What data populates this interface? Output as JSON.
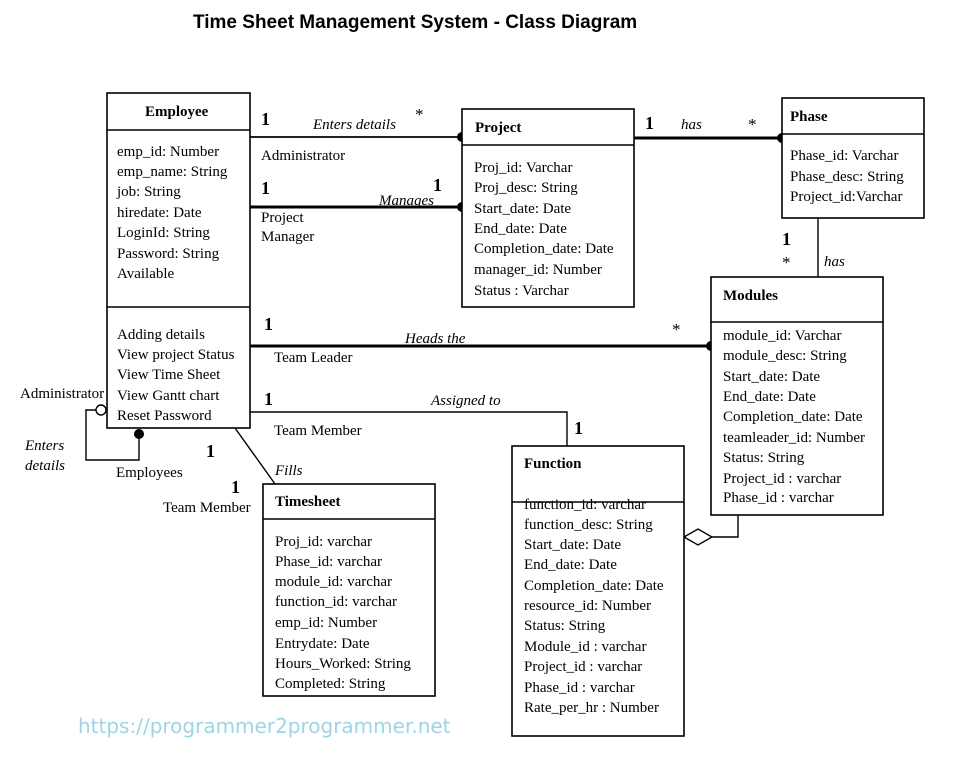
{
  "title": "Time Sheet Management System - Class Diagram",
  "classes": {
    "employee": {
      "name": "Employee",
      "attributes": [
        "emp_id: Number",
        "emp_name: String",
        "job: String",
        "hiredate: Date",
        "LoginId: String",
        "Password: String",
        "Available"
      ],
      "operations": [
        "Adding details",
        "View project Status",
        "View Time Sheet",
        "View Gantt chart",
        "Reset Password"
      ]
    },
    "project": {
      "name": "Project",
      "attributes": [
        "Proj_id: Varchar",
        "Proj_desc: String",
        "Start_date: Date",
        "End_date: Date",
        "Completion_date: Date",
        "manager_id: Number",
        "Status : Varchar"
      ]
    },
    "phase": {
      "name": "Phase",
      "attributes": [
        "Phase_id: Varchar",
        "Phase_desc: String",
        "Project_id:Varchar"
      ]
    },
    "modules": {
      "name": "Modules",
      "attributes": [
        "module_id: Varchar",
        "module_desc: String",
        "Start_date: Date",
        "End_date: Date",
        "Completion_date: Date",
        "teamleader_id: Number",
        "Status: String",
        "Project_id : varchar",
        "Phase_id : varchar"
      ]
    },
    "function": {
      "name": "Function",
      "attributes": [
        "function_id: varchar",
        "function_desc: String",
        "Start_date: Date",
        "End_date: Date",
        "Completion_date: Date",
        "resource_id: Number",
        "Status: String",
        "Module_id : varchar",
        "Project_id : varchar",
        "Phase_id : varchar",
        "Rate_per_hr : Number"
      ]
    },
    "timesheet": {
      "name": "Timesheet",
      "attributes": [
        "Proj_id: varchar",
        "Phase_id: varchar",
        "module_id: varchar",
        "function_id: varchar",
        "emp_id: Number",
        "Entrydate: Date",
        "Hours_Worked: String",
        "Completed: String"
      ]
    }
  },
  "associations": {
    "enters_details": {
      "label": "Enters details",
      "role": "Administrator",
      "mult_src": "1",
      "mult_dst": "*"
    },
    "manages": {
      "label": "Manages",
      "role_line1": "Project",
      "role_line2": "Manager",
      "mult_src": "1",
      "mult_dst": "1"
    },
    "project_phase": {
      "label": "has",
      "mult_src": "1",
      "mult_dst": "*"
    },
    "phase_modules": {
      "label": "has",
      "mult_src": "1",
      "mult_dst": "*"
    },
    "heads": {
      "label": "Heads the",
      "role": "Team Leader",
      "mult_src": "1",
      "mult_dst": "*"
    },
    "assigned": {
      "label": "Assigned to",
      "role": "Team Member",
      "mult_src": "1",
      "mult_dst": "1"
    },
    "fills": {
      "label": "Fills",
      "role": "Team Member",
      "mult_src": "1",
      "mult_dst": "1"
    },
    "self": {
      "role_top": "Administrator",
      "label_line1": "Enters",
      "label_line2": "details",
      "role_bottom": "Employees"
    }
  },
  "watermark": "https://programmer2programmer.net",
  "colors": {
    "watermark": "#9fd4e6",
    "line": "#000000"
  }
}
